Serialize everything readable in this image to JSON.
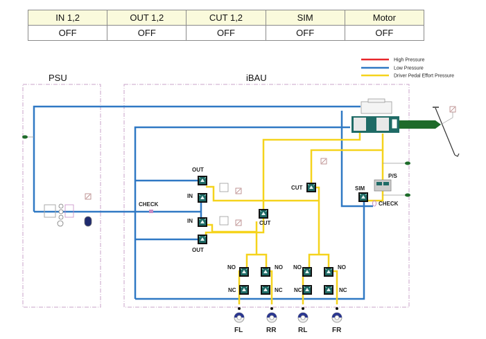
{
  "status_table": {
    "headers": [
      "IN 1,2",
      "OUT 1,2",
      "CUT 1,2",
      "SIM",
      "Motor"
    ],
    "values": [
      "OFF",
      "OFF",
      "OFF",
      "OFF",
      "OFF"
    ]
  },
  "legend": {
    "items": [
      {
        "label": "High Pressure",
        "color": "#e8262b"
      },
      {
        "label": "Low Pressure",
        "color": "#2f78c4"
      },
      {
        "label": "Driver Pedal Effort Pressure",
        "color": "#f5d31c"
      }
    ]
  },
  "units": {
    "psu": "PSU",
    "ibau": "iBAU"
  },
  "valve_labels": {
    "out_upper": "OUT",
    "in_upper": "IN",
    "in_lower": "IN",
    "out_lower": "OUT",
    "cut_left": "CUT",
    "cut_right": "CUT",
    "sim": "SIM",
    "ps": "P/S",
    "check_left": "CHECK",
    "check_right": "CHECK",
    "no": "NO",
    "nc": "NC"
  },
  "wheels": [
    "FL",
    "RR",
    "RL",
    "FR"
  ],
  "colors": {
    "low": "#2f78c4",
    "pedal": "#f5d31c",
    "boundary": "#c9a3c9",
    "valve": "#1f6b66",
    "rod": "#1e6b2a"
  }
}
